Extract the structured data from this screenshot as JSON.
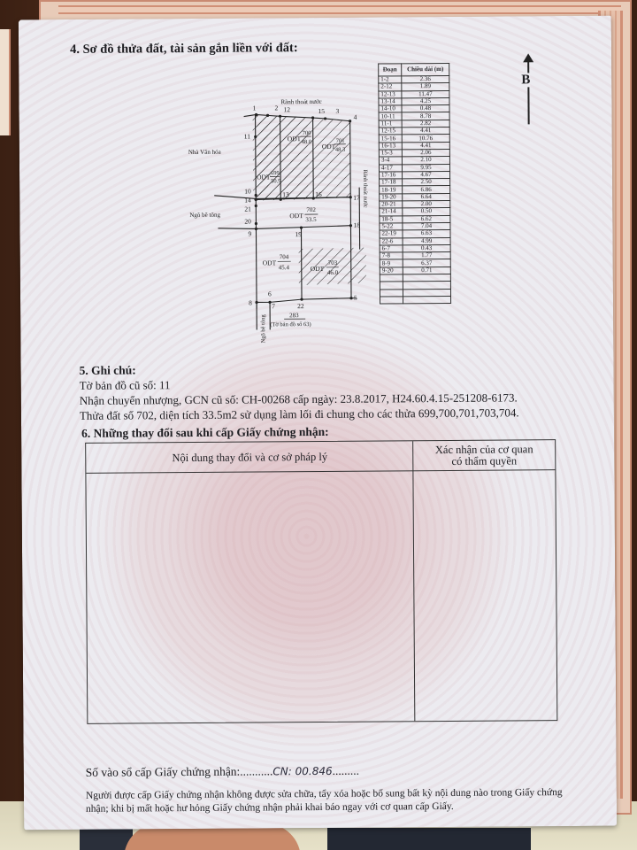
{
  "section4": {
    "title": "4. Sơ đồ thửa đất, tài sản gắn liền với đất:",
    "north_label": "B",
    "segment_table": {
      "headers": [
        "Đoạn",
        "Chiều dài (m)"
      ],
      "rows": [
        [
          "1-2",
          "2.36"
        ],
        [
          "2-12",
          "1.89"
        ],
        [
          "12-13",
          "11.47"
        ],
        [
          "13-14",
          "4.25"
        ],
        [
          "14-10",
          "0.48"
        ],
        [
          "10-11",
          "8.78"
        ],
        [
          "11-1",
          "2.82"
        ],
        [
          "12-15",
          "4.41"
        ],
        [
          "15-16",
          "10.76"
        ],
        [
          "16-13",
          "4.41"
        ],
        [
          "15-3",
          "2.06"
        ],
        [
          "3-4",
          "2.10"
        ],
        [
          "4-17",
          "9.95"
        ],
        [
          "17-16",
          "4.67"
        ],
        [
          "17-18",
          "2.50"
        ],
        [
          "18-19",
          "6.86"
        ],
        [
          "19-20",
          "6.64"
        ],
        [
          "20-21",
          "2.00"
        ],
        [
          "21-14",
          "0.50"
        ],
        [
          "18-5",
          "6.62"
        ],
        [
          "5-22",
          "7.04"
        ],
        [
          "22-19",
          "6.63"
        ],
        [
          "22-6",
          "4.99"
        ],
        [
          "6-7",
          "0.43"
        ],
        [
          "7-8",
          "1.77"
        ],
        [
          "8-9",
          "6.37"
        ],
        [
          "9-20",
          "0.71"
        ],
        [
          "",
          ""
        ],
        [
          "",
          ""
        ],
        [
          "",
          ""
        ],
        [
          "",
          ""
        ]
      ]
    },
    "plot": {
      "labels": {
        "drain_top": "Rãnh thoát nước",
        "drain_right": "Rãnh thoát nước",
        "culture_house": "Nhà Văn hóa",
        "alley_left": "Ngõ bê tông",
        "alley_bottom": "Ngõ bê tông",
        "neighbor_parcel": "283",
        "neighbor_sheet": "(Tờ bản đồ số 63)"
      },
      "parcels": [
        {
          "use": "ODT",
          "number": "699",
          "area": "50.9"
        },
        {
          "use": "ODT",
          "number": "700",
          "area": "48.0"
        },
        {
          "use": "ODT",
          "number": "701",
          "area": "48.3"
        },
        {
          "use": "ODT",
          "number": "702",
          "area": "33.5"
        },
        {
          "use": "ODT",
          "number": "704",
          "area": "45.4"
        },
        {
          "use": "ODT",
          "number": "703",
          "area": "46.0"
        }
      ],
      "points": [
        "1",
        "2",
        "3",
        "4",
        "5",
        "6",
        "7",
        "8",
        "9",
        "10",
        "11",
        "12",
        "13",
        "14",
        "15",
        "16",
        "17",
        "18",
        "19",
        "20",
        "21",
        "22"
      ]
    }
  },
  "section5": {
    "title": "5. Ghi chú:",
    "lines": [
      "Tờ bản đồ cũ số: 11",
      "Nhận chuyển nhượng, GCN cũ số: CH-00268 cấp ngày: 23.8.2017, H24.60.4.15-251208-6173.",
      "Thửa đất số 702, diện tích 33.5m2 sử dụng làm lối đi chung cho các thửa 699,700,701,703,704."
    ]
  },
  "section6": {
    "title": "6. Những thay đổi sau khi cấp Giấy chứng nhận:",
    "col_left": "Nội dung thay đổi và cơ sở pháp lý",
    "col_right_line1": "Xác nhận của cơ quan",
    "col_right_line2": "có thẩm quyền"
  },
  "footer": {
    "reg_label": "Số vào sổ cấp Giấy chứng nhận:",
    "reg_dots_before": "...........",
    "reg_value": "CN: 00.846",
    "reg_dots_after": ".........",
    "warning": "Người được cấp Giấy chứng nhận không được sửa chữa, tẩy xóa hoặc bổ sung bất kỳ nội dung nào trong Giấy chứng nhận; khi bị mất hoặc hư hỏng Giấy chứng nhận phải khai báo ngay với cơ quan cấp Giấy."
  }
}
